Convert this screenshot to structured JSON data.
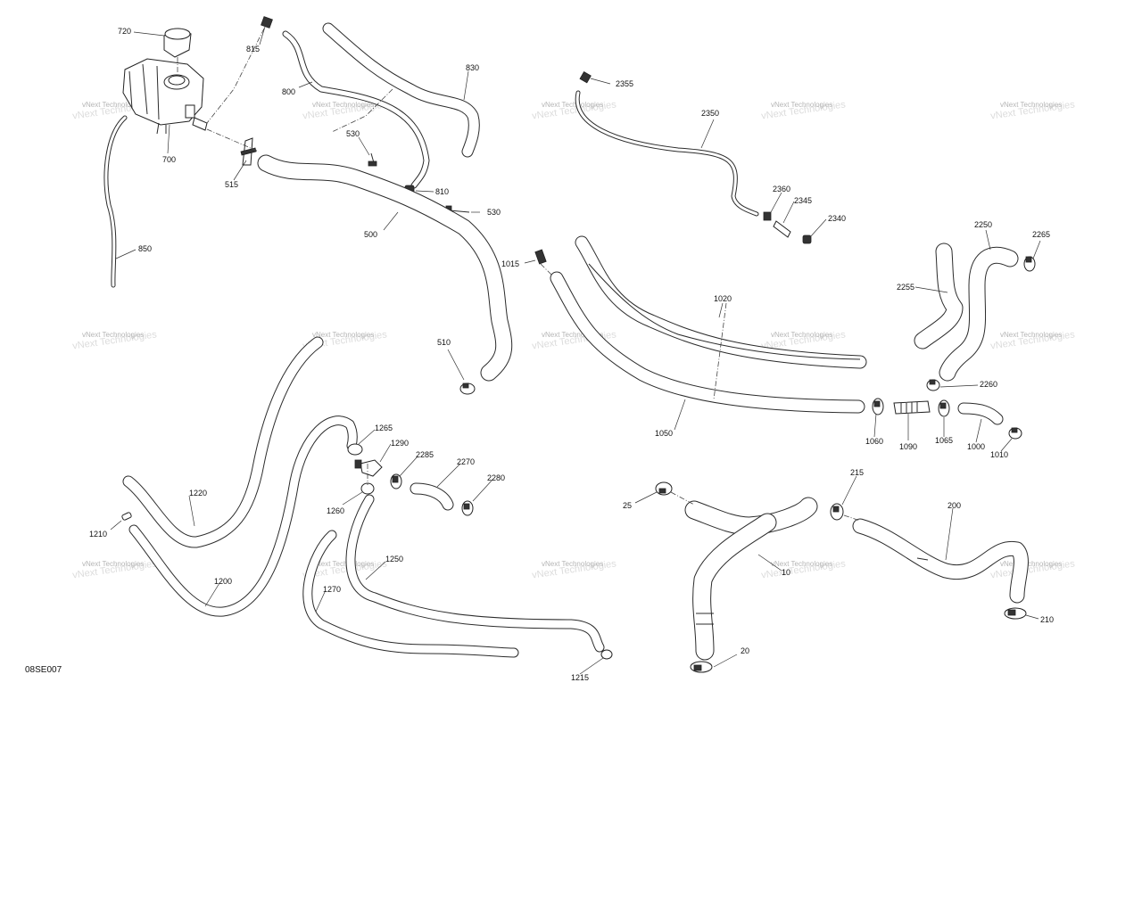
{
  "diagram": {
    "code": "08SE007",
    "watermark": "vNext Technologies",
    "callouts": {
      "c720": "720",
      "c815": "815",
      "c830": "830",
      "c800": "800",
      "c700": "700",
      "c530a": "530",
      "c530b": "530",
      "c515": "515",
      "c810": "810",
      "c500": "500",
      "c850": "850",
      "c2355": "2355",
      "c2350": "2350",
      "c2360": "2360",
      "c2345": "2345",
      "c2340": "2340",
      "c1015": "1015",
      "c510": "510",
      "c1020": "1020",
      "c1050": "1050",
      "c2250": "2250",
      "c2265": "2265",
      "c2255": "2255",
      "c2260": "2260",
      "c1060": "1060",
      "c1090": "1090",
      "c1065": "1065",
      "c1000": "1000",
      "c1010": "1010",
      "c1265": "1265",
      "c1290": "1290",
      "c2285": "2285",
      "c2270": "2270",
      "c2280": "2280",
      "c1260": "1260",
      "c1220": "1220",
      "c1210": "1210",
      "c1200": "1200",
      "c1250": "1250",
      "c1270": "1270",
      "c1215": "1215",
      "c25": "25",
      "c215": "215",
      "c200": "200",
      "c10": "10",
      "c210": "210",
      "c20": "20"
    }
  }
}
